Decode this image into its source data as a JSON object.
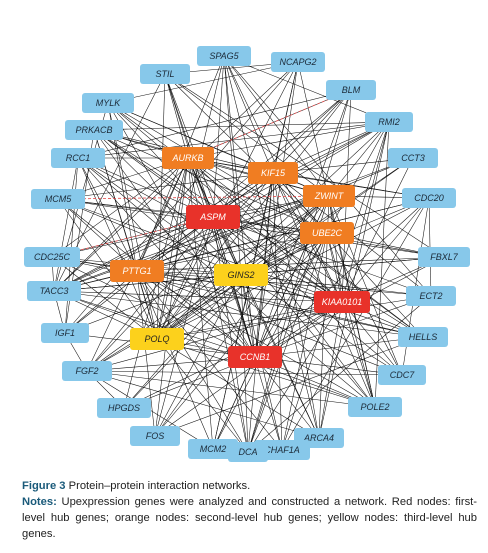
{
  "figure": {
    "nodes": [
      {
        "id": "SPAG5",
        "tier": "other"
      },
      {
        "id": "NCAPG2",
        "tier": "other"
      },
      {
        "id": "STIL",
        "tier": "other"
      },
      {
        "id": "BLM",
        "tier": "other"
      },
      {
        "id": "MYLK",
        "tier": "other"
      },
      {
        "id": "RMI2",
        "tier": "other"
      },
      {
        "id": "PRKACB",
        "tier": "other"
      },
      {
        "id": "RCC1",
        "tier": "other"
      },
      {
        "id": "CCT3",
        "tier": "other"
      },
      {
        "id": "AURKB",
        "tier": "second"
      },
      {
        "id": "KIF15",
        "tier": "second"
      },
      {
        "id": "ZWINT",
        "tier": "second"
      },
      {
        "id": "MCM5",
        "tier": "other"
      },
      {
        "id": "CDC20",
        "tier": "other"
      },
      {
        "id": "ASPM",
        "tier": "first"
      },
      {
        "id": "UBE2C",
        "tier": "second"
      },
      {
        "id": "CDC25C",
        "tier": "other"
      },
      {
        "id": "FBXL7",
        "tier": "other"
      },
      {
        "id": "PTTG1",
        "tier": "second"
      },
      {
        "id": "GINS2",
        "tier": "third"
      },
      {
        "id": "TACC3",
        "tier": "other"
      },
      {
        "id": "ECT2",
        "tier": "other"
      },
      {
        "id": "KIAA0101",
        "tier": "first"
      },
      {
        "id": "IGF1",
        "tier": "other"
      },
      {
        "id": "HELLS",
        "tier": "other"
      },
      {
        "id": "POLQ",
        "tier": "third"
      },
      {
        "id": "CCNB1",
        "tier": "first"
      },
      {
        "id": "FGF2",
        "tier": "other"
      },
      {
        "id": "CDC7",
        "tier": "other"
      },
      {
        "id": "HPGDS",
        "tier": "other"
      },
      {
        "id": "POLE2",
        "tier": "other"
      },
      {
        "id": "FOS",
        "tier": "other"
      },
      {
        "id": "ARCA4",
        "tier": "other"
      },
      {
        "id": "MCM2",
        "tier": "other"
      },
      {
        "id": "CHAF1A",
        "tier": "other"
      },
      {
        "id": "DCA",
        "tier": "other"
      }
    ],
    "colors": {
      "first": "#e8322a",
      "second": "#f07d22",
      "third": "#fcd11c",
      "other": "#87c8ea",
      "edge": "#111111",
      "edge_highlight": "#e34a4a"
    }
  },
  "caption": {
    "figure_label": "Figure 3",
    "figure_title": "Protein–protein interaction networks.",
    "notes_label": "Notes:",
    "notes_text": "Upexpression genes were analyzed and constructed a network. Red nodes: first-level hub genes; orange nodes: second-level hub genes; yellow nodes: third-level hub genes."
  }
}
